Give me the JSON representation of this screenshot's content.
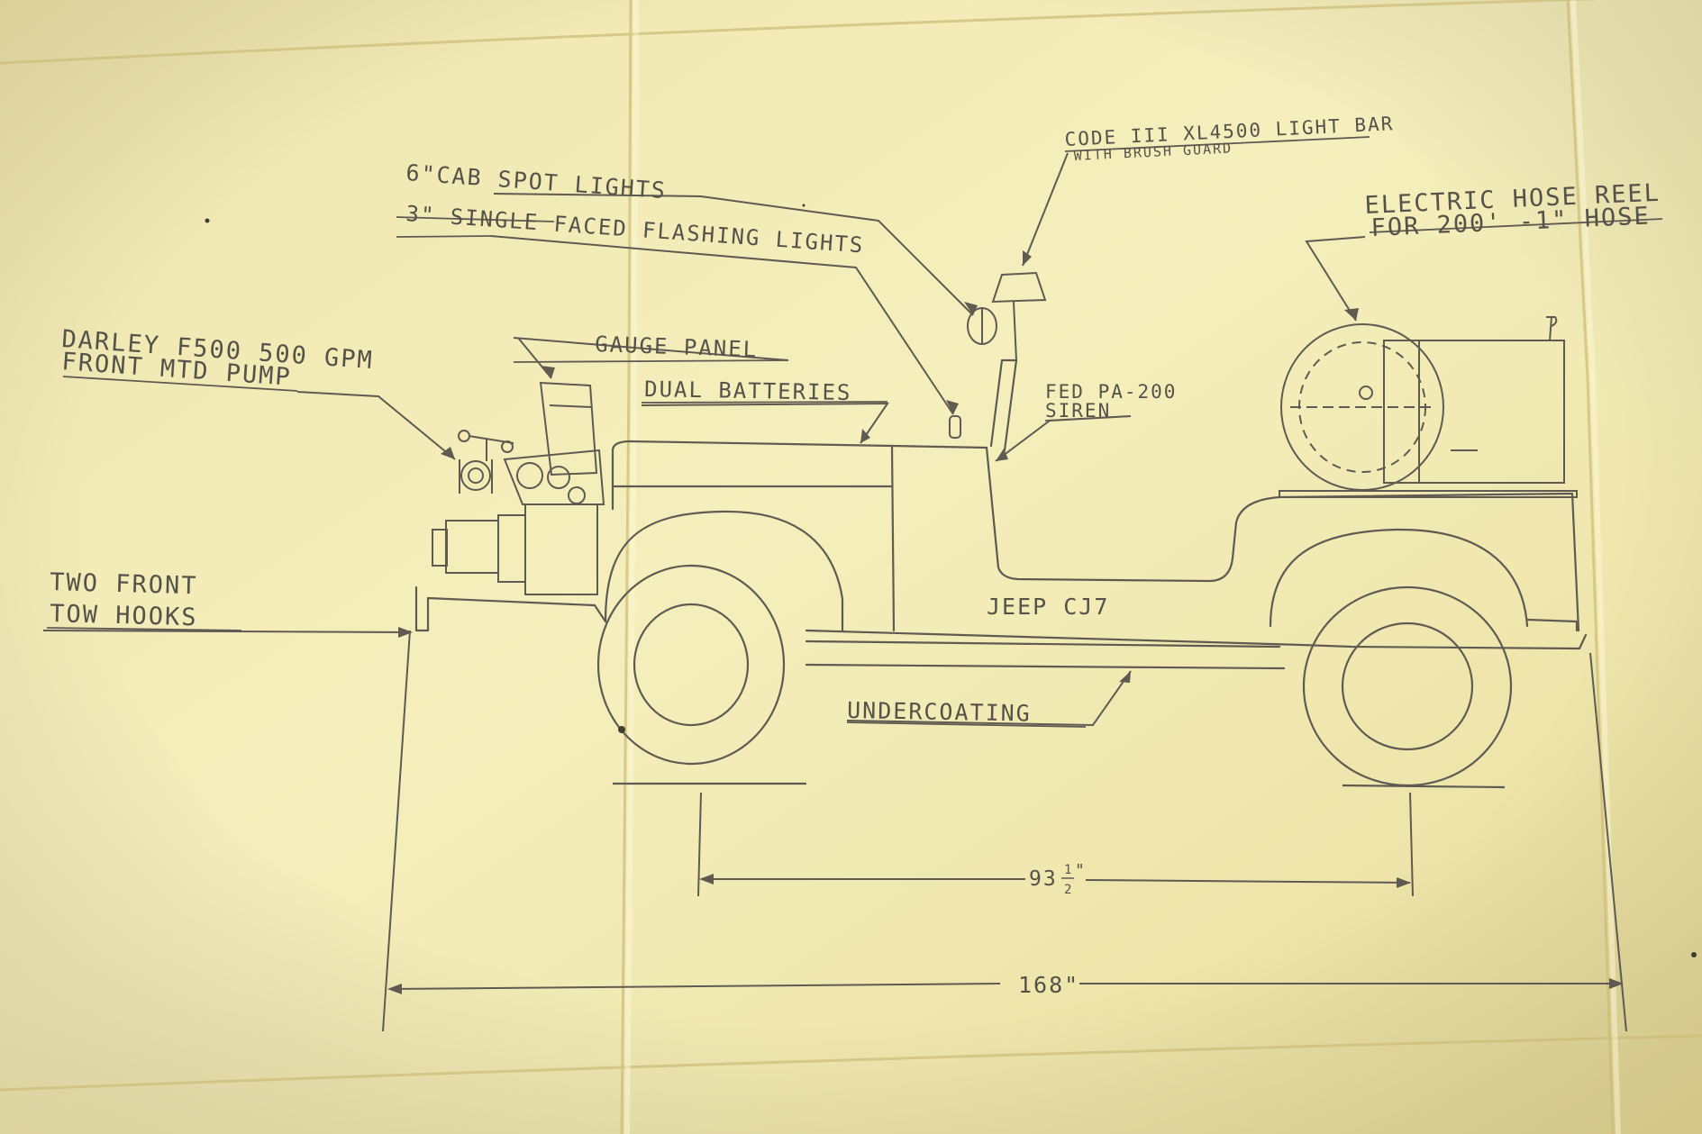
{
  "colors": {
    "paper": "#f3ecb6",
    "paper_shade": "#e4d89a",
    "fold": "#cdbd78",
    "ink": "#5f5b52"
  },
  "labels": {
    "cab_spot_lights": "6\"CAB SPOT LIGHTS",
    "flashing_lights": "3\" SINGLE FACED FLASHING LIGHTS",
    "light_bar_line1": "CODE III XL4500 LIGHT BAR",
    "light_bar_line2": "WITH BRUSH GUARD",
    "hose_reel_line1": "ELECTRIC HOSE REEL",
    "hose_reel_line2": "FOR 200' -1\" HOSE",
    "pump_line1": "DARLEY F500 500 GPM",
    "pump_line2": "FRONT MTD PUMP",
    "gauge_panel": "GAUGE PANEL",
    "dual_batteries": "DUAL BATTERIES",
    "siren_line1": "FED PA-200",
    "siren_line2": "SIREN",
    "tow_hooks_line1": "TWO FRONT",
    "tow_hooks_line2": "TOW HOOKS",
    "vehicle": "JEEP CJ7",
    "undercoating": "UNDERCOATING"
  },
  "dimensions": {
    "wheelbase": "93",
    "wheelbase_fraction_num": "1",
    "wheelbase_fraction_den": "2",
    "wheelbase_unit": "\"",
    "overall_length": "168\""
  }
}
